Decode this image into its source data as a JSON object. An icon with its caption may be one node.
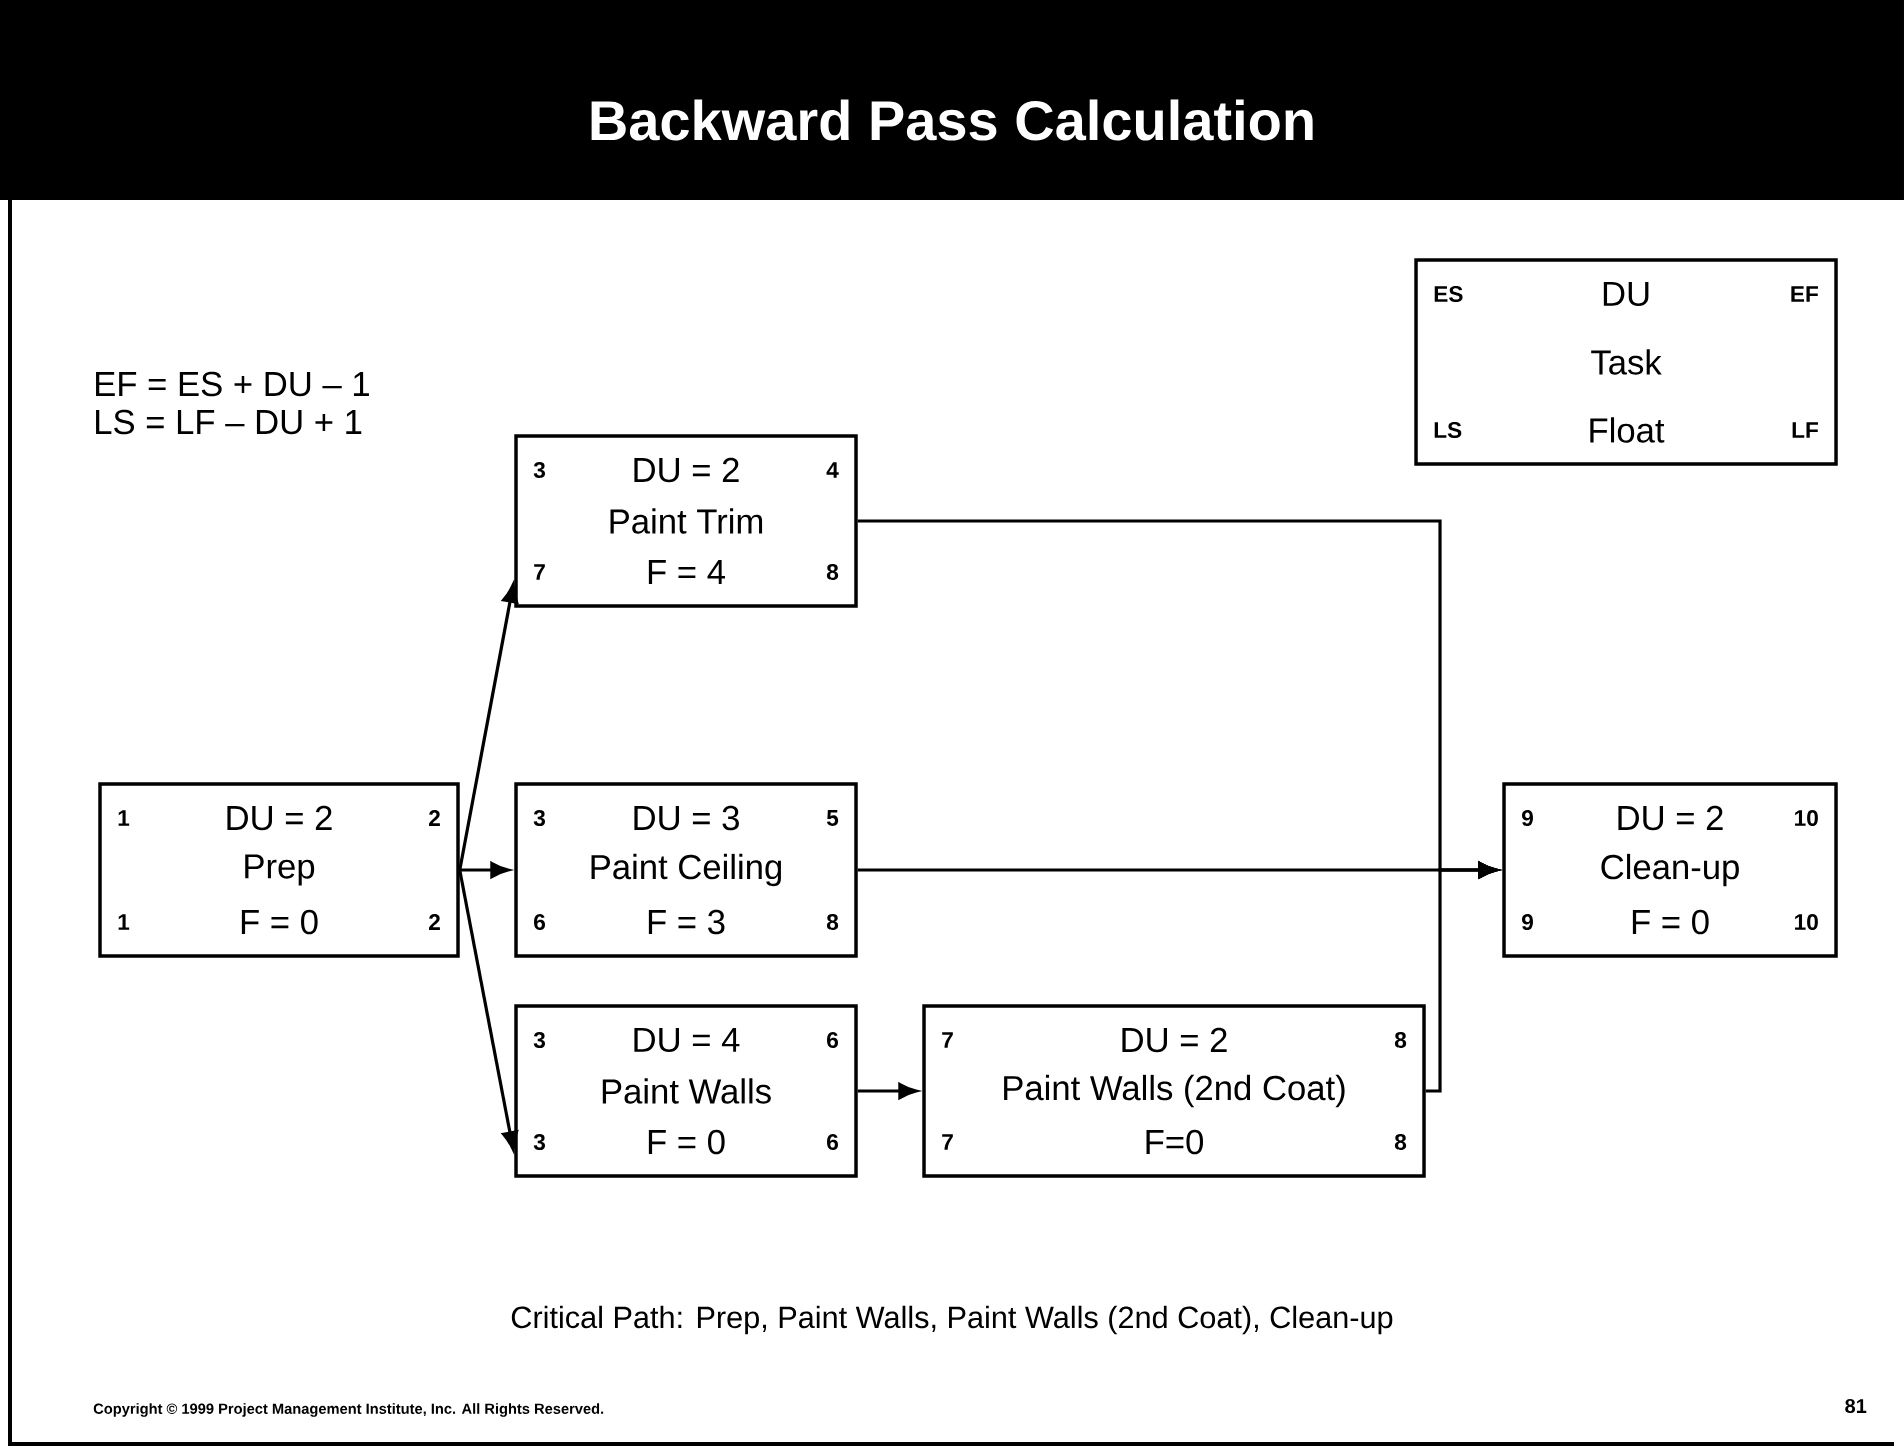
{
  "diagram": {
    "title": "Backward Pass Calculation",
    "caption": "Critical Path: Prep, Paint Walls, Paint Walls (2nd Coat), Clean-up",
    "nodes": [
      {
        "text": [
          "ES",
          "DU",
          "EF",
          "Task",
          "LS",
          "Float",
          "LF"
        ]
      },
      {
        "text": [
          "1",
          "DU = 2",
          "2",
          "Prep",
          "1",
          "F = 0",
          "2"
        ]
      },
      {
        "text": [
          "3",
          "DU = 2",
          "4",
          "Paint Trim",
          "7",
          "F = 4",
          "8"
        ]
      },
      {
        "text": [
          "3",
          "DU = 3",
          "5",
          "Paint Ceiling",
          "6",
          "F = 3",
          "8"
        ]
      },
      {
        "text": [
          "3",
          "DU = 4",
          "6",
          "Paint Walls",
          "3",
          "F = 0",
          "6"
        ]
      },
      {
        "text": [
          "7",
          "DU = 2",
          "8",
          "Paint Walls (2nd Coat)",
          "7",
          "F=0",
          "8"
        ]
      },
      {
        "text": [
          "9",
          "DU = 2",
          "10",
          "Clean-up",
          "9",
          "F = 0",
          "10"
        ]
      }
    ],
    "edges": [
      {
        "from": 1,
        "to": 2,
        "arrow": "to"
      },
      {
        "from": 1,
        "to": 3,
        "arrow": "to"
      },
      {
        "from": 1,
        "to": 4,
        "arrow": "to"
      },
      {
        "from": 4,
        "to": 5,
        "arrow": "to"
      },
      {
        "from": 2,
        "to": 6,
        "arrow": "to"
      },
      {
        "from": 3,
        "to": 6,
        "arrow": "to"
      },
      {
        "from": 5,
        "to": 6,
        "arrow": "to"
      }
    ],
    "labels": [
      "EF = ES + DU – 1",
      "LS = LF – DU + 1",
      "Copyright © 1999 Project Management Institute, Inc. All Rights Reserved.",
      "81"
    ]
  }
}
